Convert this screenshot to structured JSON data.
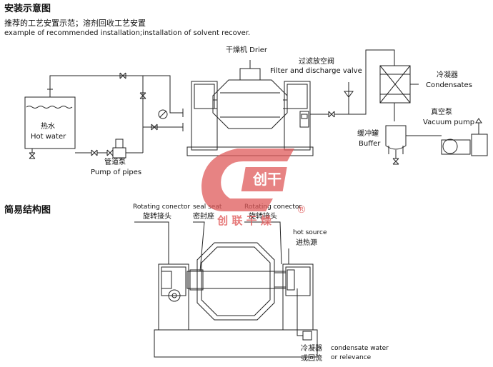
{
  "title": "安装示意图",
  "subtitle_cn": "推荐的工艺安置示范；溶剂回收工艺安置",
  "subtitle_en": "example of recommended installation;installation of solvent recover.",
  "labels": {
    "drier": "干燥机 Drier",
    "filter_cn": "过滤放空阀",
    "filter_en": "Filter and discharge valve",
    "condenser_cn": "冷凝器",
    "condenser_en": "Condensates",
    "vacuum_cn": "真空泵",
    "vacuum_en": "Vacuum pump",
    "buffer_cn": "缓冲罐",
    "buffer_en": "Buffer",
    "hotwater_cn": "热水",
    "hotwater_en": "Hot water",
    "pipepump_cn": "管道泵",
    "pipepump_en": "Pump of pipes"
  },
  "section2_title": "简易结构图",
  "structure": {
    "rot_left_en": "Rotating conector",
    "rot_left_cn": "旋转接头",
    "seal_en": "seal seat",
    "seal_cn": "密封座",
    "rot_right_en": "Rotating conector",
    "rot_right_cn": "旋转接头",
    "hot_en": "hot source",
    "hot_cn": "进热源",
    "cond_cn_1": "冷凝器",
    "cond_cn_2": "或回流",
    "cond_en_1": "condensate water",
    "cond_en_2": "or relevance"
  },
  "watermark": {
    "brand_chars": "创干",
    "brand_text": "创 联 干 燥",
    "registered": "®",
    "color": "#e05a5a"
  }
}
